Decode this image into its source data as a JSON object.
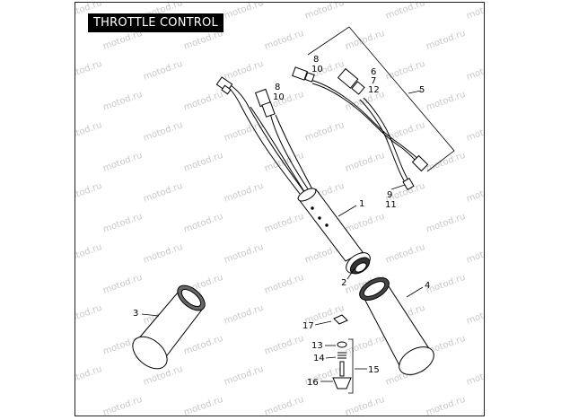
{
  "diagram": {
    "title": "THROTTLE CONTROL",
    "watermark_text": "motod.ru",
    "callouts": {
      "c1": "1",
      "c2": "2",
      "c3": "3",
      "c4": "4",
      "c5": "5",
      "c6": "6",
      "c7": "7",
      "c8a": "8",
      "c10a": "10",
      "c8b": "8",
      "c10b": "10",
      "c9": "9",
      "c11": "11",
      "c12": "12",
      "c13": "13",
      "c14": "14",
      "c15": "15",
      "c16": "16",
      "c17": "17"
    }
  }
}
